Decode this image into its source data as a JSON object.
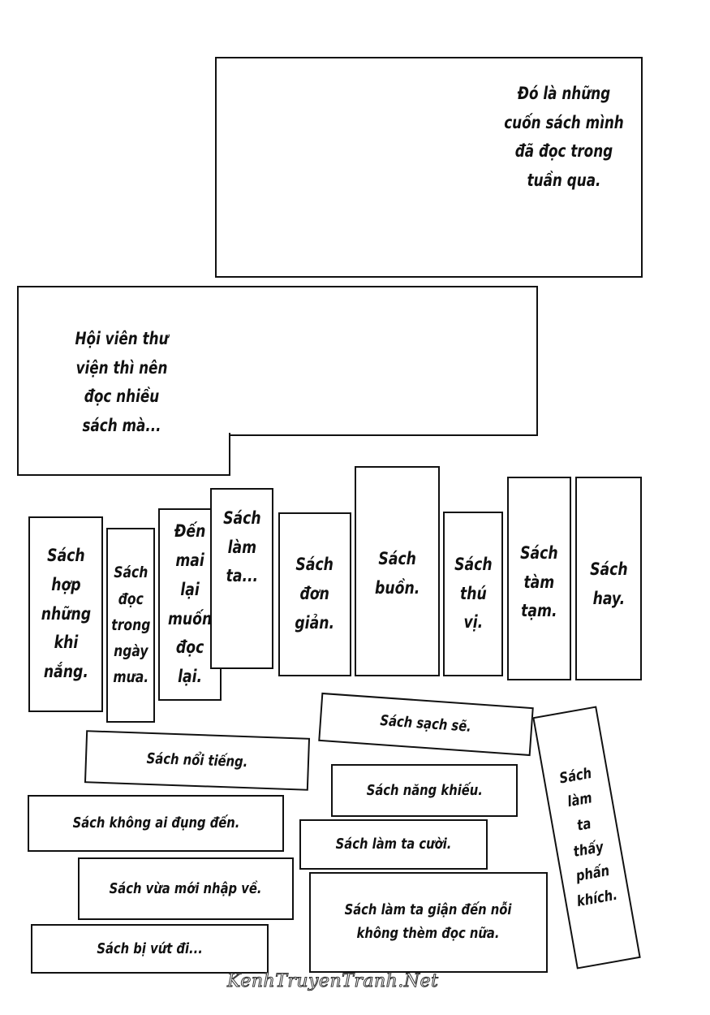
{
  "narration": {
    "panel_top": "Đó là những\ncuốn sách mình\nđã đọc trong\ntuần qua.",
    "panel_middle": "Hội viên thư\nviện thì nên\nđọc nhiều\nsách mà..."
  },
  "books_vertical": [
    "Sách\nhợp\nnhững\nkhi\nnắng.",
    "Sách\nđọc\ntrong\nngày\nmưa.",
    "Đến\nmai\nlại\nmuốn\nđọc\nlại.",
    "Sách\nlàm\nta...",
    "Sách\nđơn\ngiản.",
    "Sách\nbuồn.",
    "Sách\nthú\nvị.",
    "Sách\ntàm\ntạm.",
    "Sách\nhay."
  ],
  "books_horizontal": [
    "Sách sạch sẽ.",
    "Sách nổi tiếng.",
    "Sách năng khiếu.",
    "Sách không ai đụng đến.",
    "Sách làm ta cười.",
    "Sách vừa mới nhập về.",
    "Sách làm ta giận đến nỗi\nkhông thèm đọc nữa.",
    "Sách bị vứt đi...",
    "Sách\nlàm\nta\nthấy\nphấn\nkhích."
  ],
  "watermark": "KenhTruyenTranh.Net"
}
